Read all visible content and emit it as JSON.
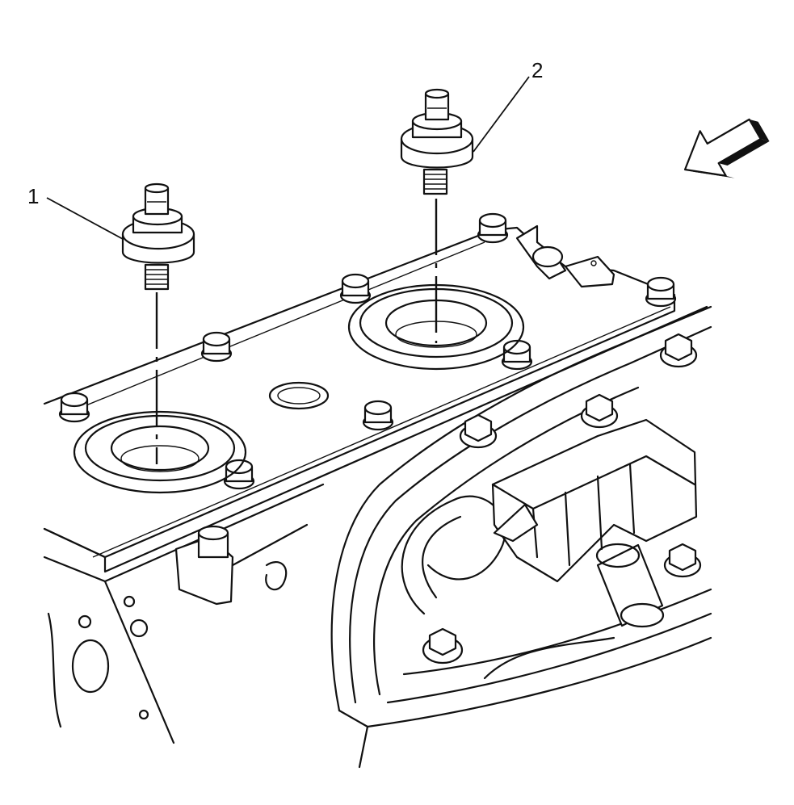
{
  "callouts": [
    {
      "id": "1",
      "label": "1"
    },
    {
      "id": "2",
      "label": "2"
    }
  ],
  "icons": {
    "direction_arrow": "front-direction-arrow-icon"
  },
  "colors": {
    "line": "#111111",
    "background": "#ffffff"
  }
}
